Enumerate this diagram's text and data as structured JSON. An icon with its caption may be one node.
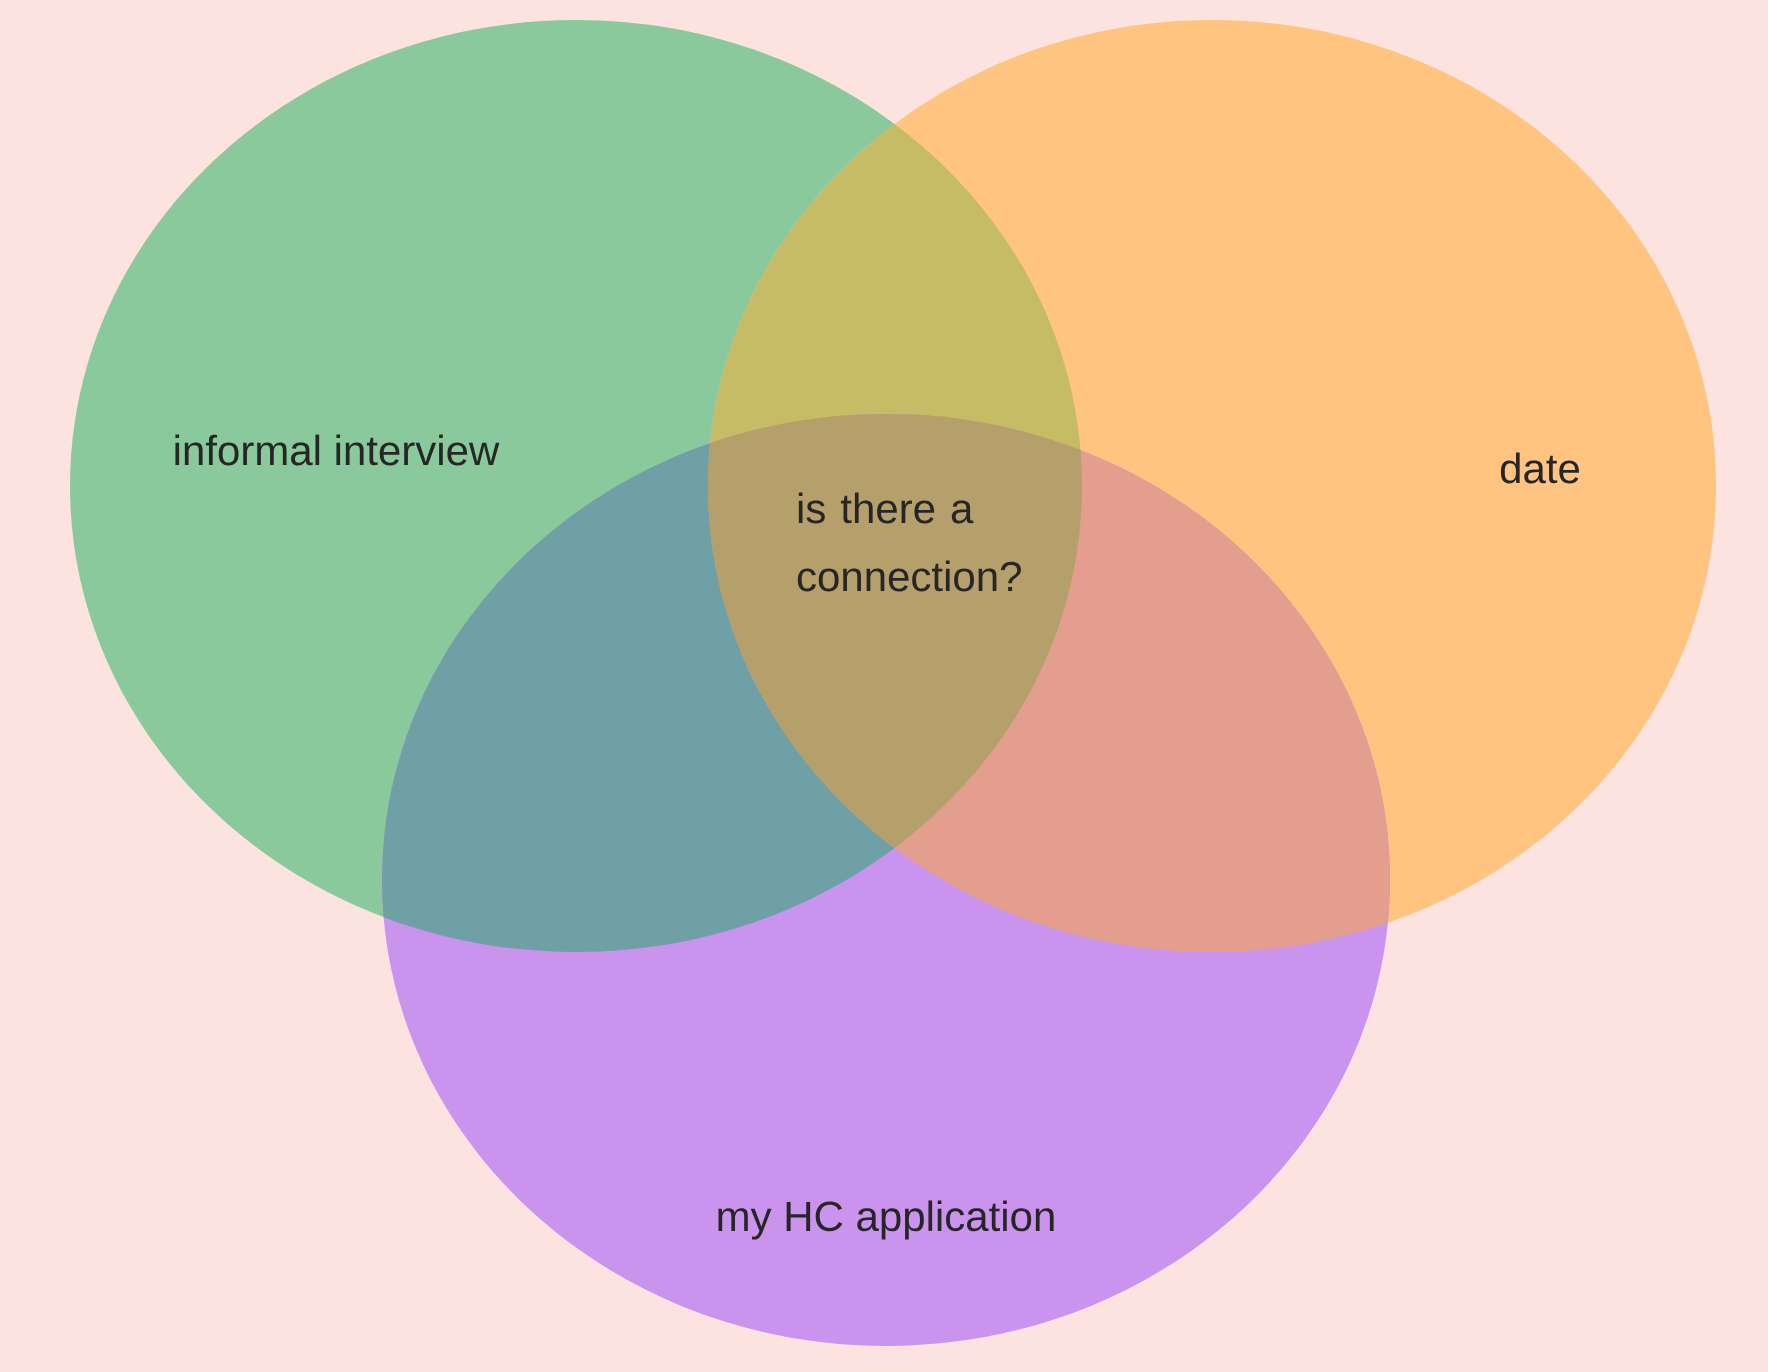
{
  "diagram": {
    "nodes": [
      {
        "text": [
          "informal interview"
        ]
      },
      {
        "text": [
          "date"
        ]
      },
      {
        "text": [
          "my HC application"
        ]
      }
    ],
    "labels": [
      "is there a connection?"
    ]
  }
}
